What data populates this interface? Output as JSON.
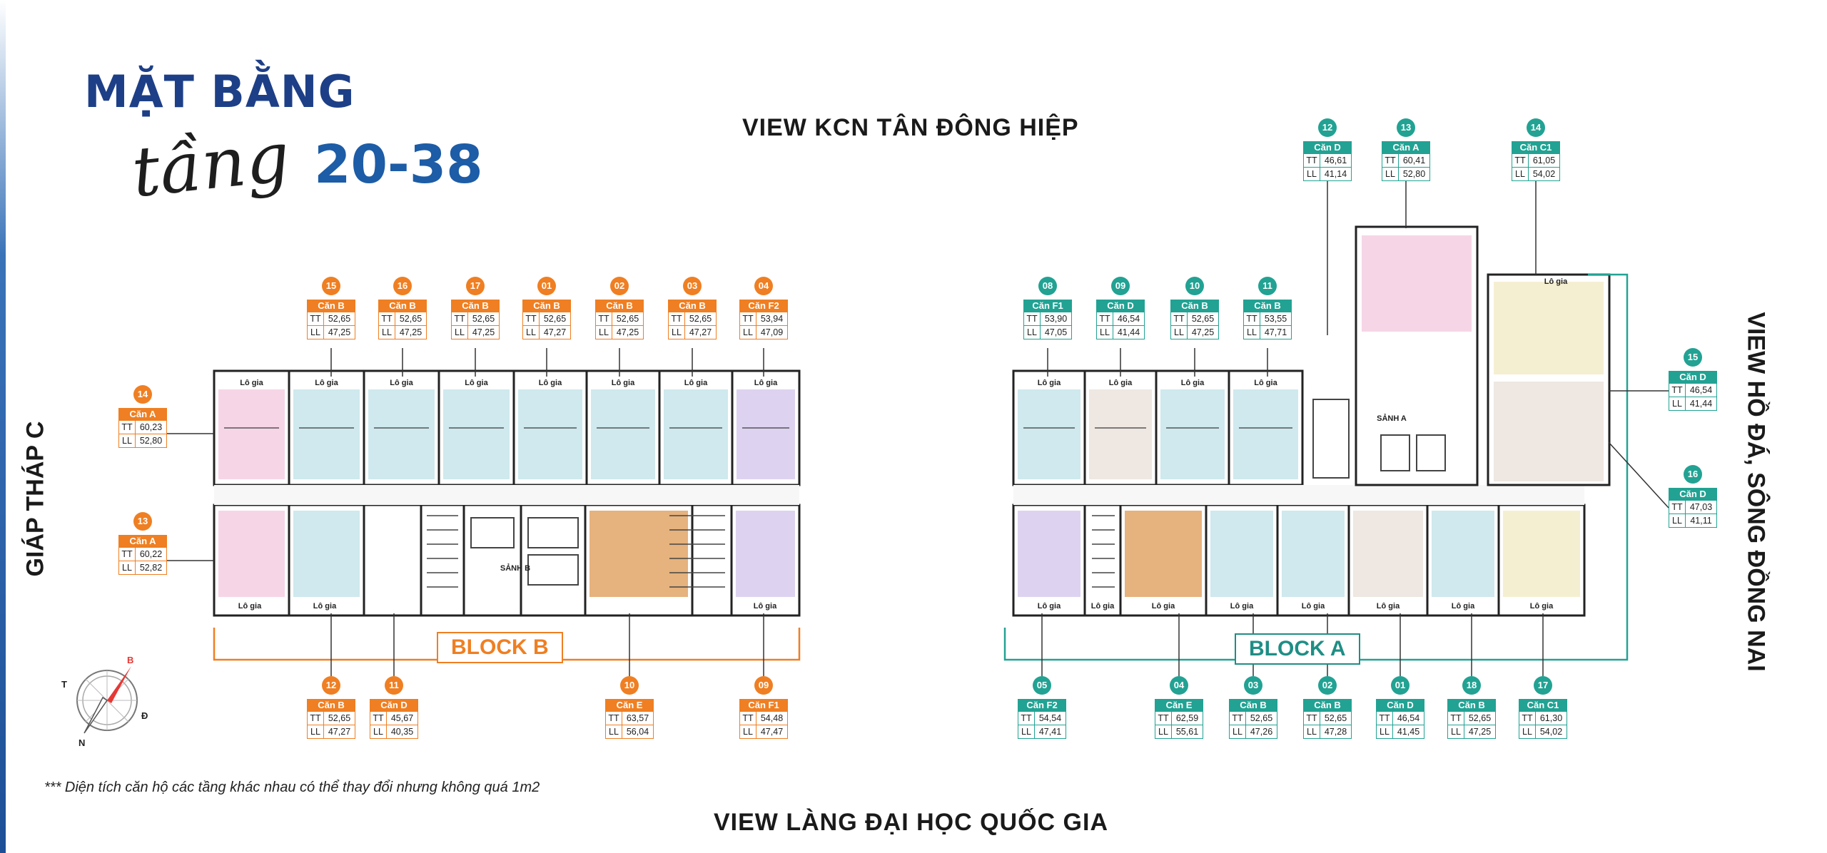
{
  "header": {
    "title_line1": "MẶT BẰNG",
    "script_word": "tầng",
    "floor_range": "20-38"
  },
  "views": {
    "top": "VIEW KCN TÂN ĐÔNG HIỆP",
    "bottom": "VIEW LÀNG ĐẠI HỌC QUỐC GIA",
    "left": "GIÁP THÁP C",
    "right": "VIEW HỒ ĐÁ, SÔNG ĐỒNG NAI"
  },
  "blocks": {
    "block_b": "BLOCK B",
    "block_a": "BLOCK A",
    "lobby_b": "SẢNH B",
    "lobby_a": "SẢNH A"
  },
  "room_labels": {
    "loggia": "Lô gia"
  },
  "compass": {
    "letters": [
      "B",
      "Đ",
      "N",
      "T"
    ]
  },
  "footnote": "*** Diện tích căn hộ các tầng khác nhau có thể thay đổi nhưng không quá 1m2",
  "colors": {
    "block_b_accent": "#ef7f22",
    "block_a_accent": "#22a293",
    "title_blue": "#1d3f87",
    "unit_pink": "#f6d5e6",
    "unit_blue": "#cfe9ee",
    "unit_purple": "#ddd3f0",
    "unit_orange": "#e6b27d",
    "unit_yellow": "#f5efd2",
    "unit_beige": "#eee7e2"
  },
  "units": {
    "block_b_top": [
      {
        "no": "15",
        "type": "Căn B",
        "tt": "52,65",
        "ll": "47,25"
      },
      {
        "no": "16",
        "type": "Căn B",
        "tt": "52,65",
        "ll": "47,25"
      },
      {
        "no": "17",
        "type": "Căn B",
        "tt": "52,65",
        "ll": "47,25"
      },
      {
        "no": "01",
        "type": "Căn B",
        "tt": "52,65",
        "ll": "47,27"
      },
      {
        "no": "02",
        "type": "Căn B",
        "tt": "52,65",
        "ll": "47,25"
      },
      {
        "no": "03",
        "type": "Căn B",
        "tt": "52,65",
        "ll": "47,27"
      },
      {
        "no": "04",
        "type": "Căn F2",
        "tt": "53,94",
        "ll": "47,09"
      }
    ],
    "block_b_left": [
      {
        "no": "14",
        "type": "Căn A",
        "tt": "60,23",
        "ll": "52,80"
      },
      {
        "no": "13",
        "type": "Căn A",
        "tt": "60,22",
        "ll": "52,82"
      }
    ],
    "block_b_bottom": [
      {
        "no": "12",
        "type": "Căn B",
        "tt": "52,65",
        "ll": "47,27"
      },
      {
        "no": "11",
        "type": "Căn D",
        "tt": "45,67",
        "ll": "40,35"
      },
      {
        "no": "10",
        "type": "Căn E",
        "tt": "63,57",
        "ll": "56,04"
      },
      {
        "no": "09",
        "type": "Căn F1",
        "tt": "54,48",
        "ll": "47,47"
      }
    ],
    "block_a_top": [
      {
        "no": "08",
        "type": "Căn F1",
        "tt": "53,90",
        "ll": "47,05"
      },
      {
        "no": "09",
        "type": "Căn D",
        "tt": "46,54",
        "ll": "41,44"
      },
      {
        "no": "10",
        "type": "Căn B",
        "tt": "52,65",
        "ll": "47,25"
      },
      {
        "no": "11",
        "type": "Căn B",
        "tt": "53,55",
        "ll": "47,71"
      }
    ],
    "block_a_tower": [
      {
        "no": "12",
        "type": "Căn D",
        "tt": "46,61",
        "ll": "41,14"
      },
      {
        "no": "13",
        "type": "Căn A",
        "tt": "60,41",
        "ll": "52,80"
      },
      {
        "no": "14",
        "type": "Căn C1",
        "tt": "61,05",
        "ll": "54,02"
      }
    ],
    "block_a_right": [
      {
        "no": "15",
        "type": "Căn D",
        "tt": "46,54",
        "ll": "41,44"
      },
      {
        "no": "16",
        "type": "Căn D",
        "tt": "47,03",
        "ll": "41,11"
      }
    ],
    "block_a_bottom": [
      {
        "no": "05",
        "type": "Căn F2",
        "tt": "54,54",
        "ll": "47,41"
      },
      {
        "no": "04",
        "type": "Căn E",
        "tt": "62,59",
        "ll": "55,61"
      },
      {
        "no": "03",
        "type": "Căn B",
        "tt": "52,65",
        "ll": "47,26"
      },
      {
        "no": "02",
        "type": "Căn B",
        "tt": "52,65",
        "ll": "47,28"
      },
      {
        "no": "01",
        "type": "Căn D",
        "tt": "46,54",
        "ll": "41,45"
      },
      {
        "no": "18",
        "type": "Căn B",
        "tt": "52,65",
        "ll": "47,25"
      },
      {
        "no": "17",
        "type": "Căn C1",
        "tt": "61,30",
        "ll": "54,02"
      }
    ],
    "row_keys": {
      "tt": "TT",
      "ll": "LL"
    }
  }
}
